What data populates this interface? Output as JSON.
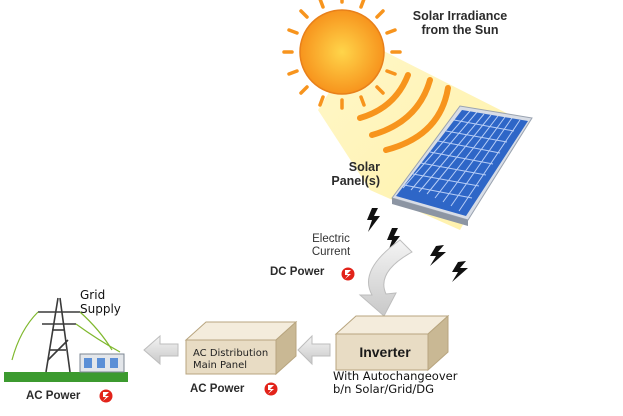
{
  "labels": {
    "solar_irradiance": "Solar Irradiance from the Sun",
    "solar_panels": "Solar Panel(s)",
    "electric_current": "Electric Current",
    "dc_power": "DC Power",
    "inverter": "Inverter",
    "inverter_note_line1": "With Autochangeover",
    "inverter_note_line2": "b/n Solar/Grid/DG",
    "ac_distribution": "AC Distribution Main Panel",
    "ac_power_panel": "AC Power",
    "grid_supply": "Grid Supply",
    "ac_power_grid": "AC Power"
  },
  "colors": {
    "sun": "#f7941d",
    "sun_core": "#ffc20e",
    "beam": "#fff3b0",
    "panel_cells": "#2e66c7",
    "panel_frame": "#d8dde6",
    "box_face": "#e8dcc4",
    "box_top": "#f4ecdc",
    "box_side": "#c9b894",
    "arrow": "#d9d9d9",
    "power_icon": "#e2231a",
    "grass": "#3c9a2f"
  },
  "icons": {
    "sun": "sun-icon",
    "panel": "solar-panel-icon",
    "lightning": "lightning-bolt-icon",
    "power": "power-plug-icon",
    "tower": "transmission-tower-icon"
  }
}
